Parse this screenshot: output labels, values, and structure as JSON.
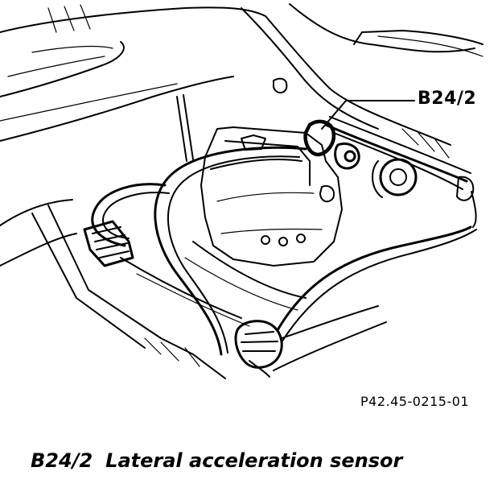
{
  "diagram": {
    "callout_label": "B24/2",
    "reference_code": "P42.45-0215-01",
    "caption": {
      "code": "B24/2",
      "text": "Lateral acceleration sensor"
    }
  }
}
